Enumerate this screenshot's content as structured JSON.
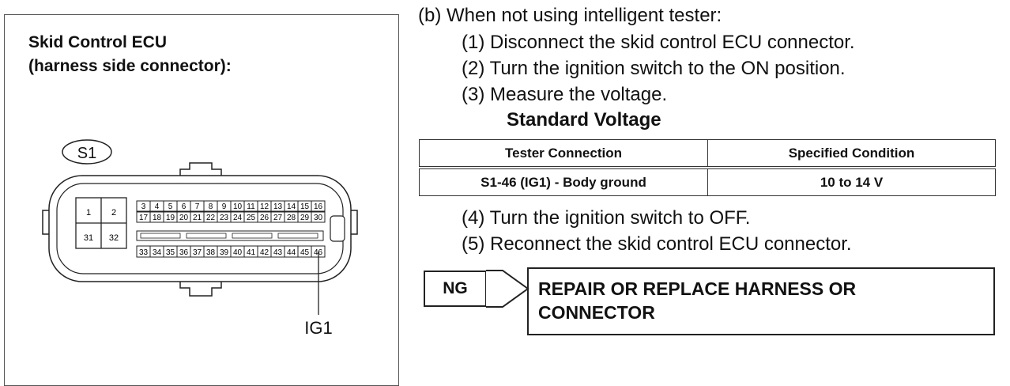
{
  "figure": {
    "title_line1": "Skid Control ECU",
    "title_line2": "(harness side connector):",
    "connector_id": "S1",
    "pin_label": "IG1",
    "big_pins": [
      "1",
      "2",
      "31",
      "32"
    ],
    "row1_pins": [
      "3",
      "4",
      "5",
      "6",
      "7",
      "8",
      "9",
      "10",
      "11",
      "12",
      "13",
      "14",
      "15",
      "16"
    ],
    "row2_pins": [
      "17",
      "18",
      "19",
      "20",
      "21",
      "22",
      "23",
      "24",
      "25",
      "26",
      "27",
      "28",
      "29",
      "30"
    ],
    "row3_pins": [
      "33",
      "34",
      "35",
      "36",
      "37",
      "38",
      "39",
      "40",
      "41",
      "42",
      "43",
      "44",
      "45",
      "46"
    ]
  },
  "steps": {
    "b": "(b)  When not using intelligent tester:",
    "s1": "(1)  Disconnect the skid control ECU connector.",
    "s2": "(2)  Turn the ignition switch to the ON position.",
    "s3": "(3)  Measure the voltage.",
    "std_title": "Standard Voltage",
    "s4": "(4)  Turn the ignition switch to OFF.",
    "s5": "(5)  Reconnect the skid control ECU connector."
  },
  "table": {
    "headers": [
      "Tester Connection",
      "Specified Condition"
    ],
    "rows": [
      [
        "S1-46 (IG1) - Body ground",
        "10 to 14 V"
      ]
    ]
  },
  "result": {
    "ng_label": "NG",
    "action_line1": "REPAIR OR REPLACE HARNESS OR",
    "action_line2": "CONNECTOR"
  }
}
